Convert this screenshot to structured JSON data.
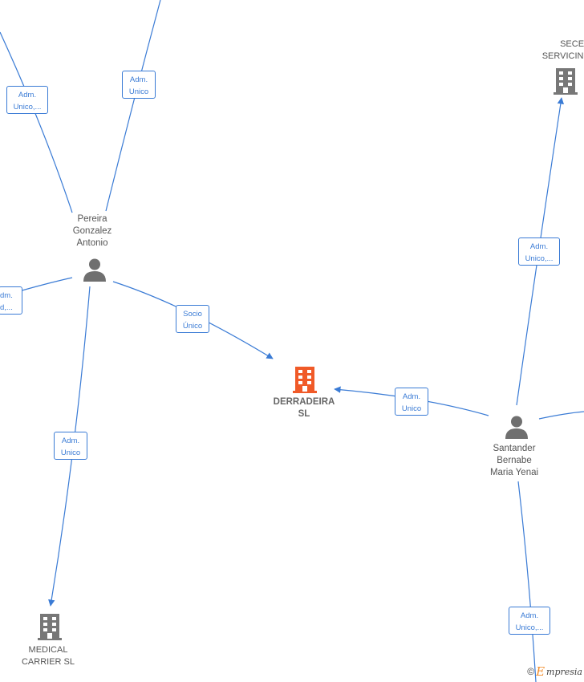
{
  "nodes": {
    "derradeira": {
      "lines": [
        "DERRADEIRA",
        "SL"
      ],
      "kind": "company-focus"
    },
    "secer": {
      "lines": [
        "SECER",
        "SERVICING"
      ],
      "kind": "company"
    },
    "medical": {
      "lines": [
        "MEDICAL",
        "CARRIER  SL"
      ],
      "kind": "company"
    },
    "pereira": {
      "lines": [
        "Pereira",
        "Gonzalez",
        "Antonio"
      ],
      "kind": "person"
    },
    "santander": {
      "lines": [
        "Santander",
        "Bernabe",
        "Maria Yenai"
      ],
      "kind": "person"
    }
  },
  "edge_labels": {
    "top_left": [
      "Adm.",
      "Unico,..."
    ],
    "top_center": [
      "Adm.",
      "Unico"
    ],
    "left_edge": [
      "dm.",
      "d,..."
    ],
    "socio": [
      "Socio",
      "Único"
    ],
    "pereira_medical": [
      "Adm.",
      "Unico"
    ],
    "santander_derradeira": [
      "Adm.",
      "Unico"
    ],
    "santander_secer": [
      "Adm.",
      "Unico,..."
    ],
    "bottom_right": [
      "Adm.",
      "Unico,..."
    ]
  },
  "colors": {
    "edge": "#3a7bd5",
    "focus_company": "#f05a28",
    "company": "#777777",
    "person": "#6f6f6f"
  },
  "brand": {
    "copyright": "©",
    "initial": "E",
    "rest": "mpresia"
  }
}
